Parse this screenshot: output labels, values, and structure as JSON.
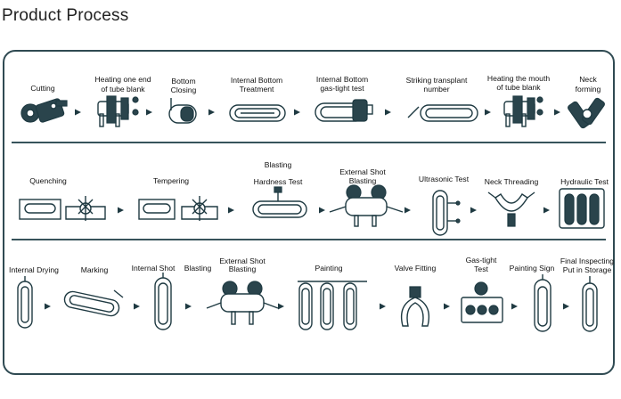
{
  "heading": "Product Process",
  "row1": {
    "cutting": "Cutting",
    "heating_end_1": "Heating one end",
    "heating_end_2": "of tube blank",
    "bottom_1": "Bottom",
    "bottom_2": "Closing",
    "internal_bottom_1": "Internal Bottom",
    "internal_bottom_2": "Treatment",
    "gas_tight_1": "Internal Bottom",
    "gas_tight_2": "gas-tight test",
    "striking_1": "Striking transplant",
    "striking_2": "number",
    "heating_mouth_1": "Heating the mouth",
    "heating_mouth_2": "of tube blank",
    "neck_1": "Neck",
    "neck_2": "forming"
  },
  "row2": {
    "quenching": "Quenching",
    "tempering": "Tempering",
    "blasting": "Blasting",
    "hardness": "Hardness Test",
    "ext_shot_1": "External Shot",
    "ext_shot_2": "Blasting",
    "ultrasonic": "Ultrasonic Test",
    "neck_threading": "Neck Threading",
    "hydraulic": "Hydraulic Test"
  },
  "row3": {
    "internal_drying": "Internal Drying",
    "marking": "Marking",
    "internal_shot": "Internal Shot",
    "blasting": "Blasting",
    "ext_shot_1": "External Shot",
    "ext_shot_2": "Blasting",
    "painting": "Painting",
    "valve": "Valve Fitting",
    "gas_1": "Gas-tight",
    "gas_2": "Test",
    "painting_sign": "Painting Sign",
    "final_1": "Final Inspecting",
    "final_2": "Put in Storage"
  }
}
